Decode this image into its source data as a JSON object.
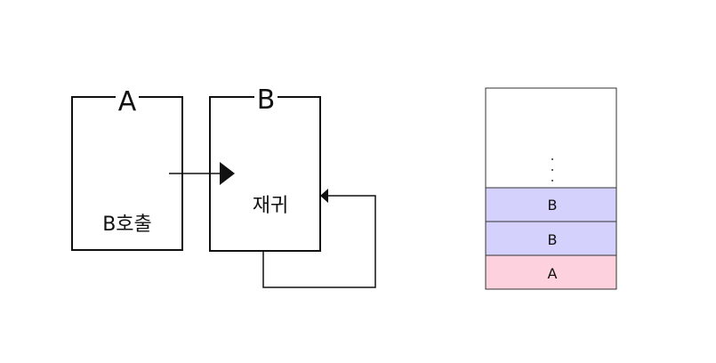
{
  "diagram": {
    "box_a": {
      "title": "A",
      "text": "B호출"
    },
    "box_b": {
      "title": "B",
      "text": "재귀"
    }
  },
  "stack": {
    "ellipsis": "· · ·",
    "frames": [
      "B",
      "B",
      "A"
    ],
    "colors": {
      "B": "#d4d2fd",
      "A": "#fdd1dd"
    }
  }
}
